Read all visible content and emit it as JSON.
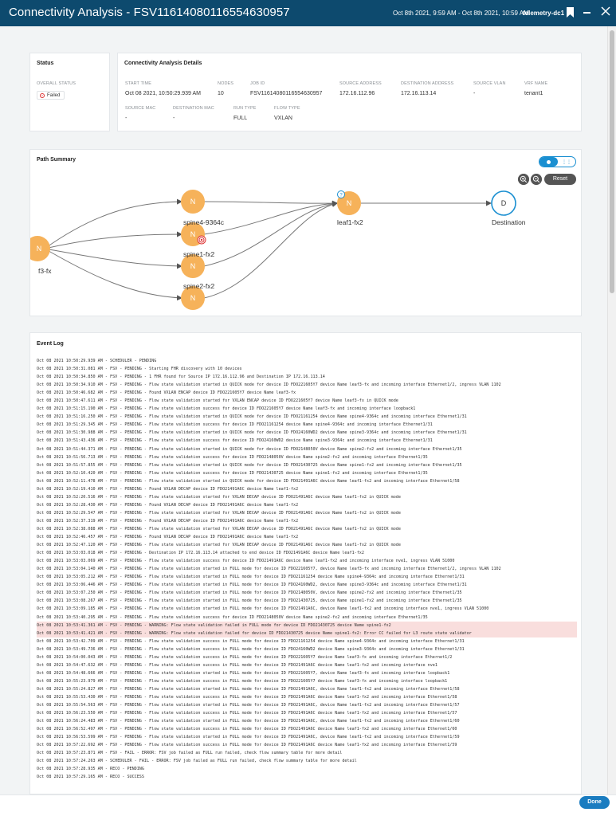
{
  "header": {
    "title": "Connectivity Analysis - FSV11614080116554630957",
    "date_range": "Oct 8th 2021, 9:59 AM - Oct 8th 2021, 10:59 AM",
    "fabric": "telemetry-dc1"
  },
  "status_card": {
    "title": "Status",
    "overall_label": "OVERALL STATUS",
    "overall_value": "Failed"
  },
  "details_card": {
    "title": "Connectivity Analysis Details",
    "row1": [
      {
        "label": "START TIME",
        "value": "Oct 08 2021, 10:50:29.939 AM"
      },
      {
        "label": "NODES",
        "value": "10"
      },
      {
        "label": "JOB ID",
        "value": "FSV11614080116554630957"
      },
      {
        "label": "SOURCE ADDRESS",
        "value": "172.16.112.96"
      },
      {
        "label": "DESTINATION ADDRESS",
        "value": "172.16.113.14"
      },
      {
        "label": "SOURCE VLAN",
        "value": "-"
      },
      {
        "label": "VRF NAME",
        "value": "tenant1"
      }
    ],
    "row2": [
      {
        "label": "SOURCE MAC",
        "value": "-"
      },
      {
        "label": "DESTINATION MAC",
        "value": "-"
      },
      {
        "label": "RUN TYPE",
        "value": "FULL"
      },
      {
        "label": "FLOW TYPE",
        "value": "VXLAN"
      }
    ]
  },
  "path_summary": {
    "title": "Path Summary",
    "reset_label": "Reset",
    "nodes": [
      {
        "glyph": "N",
        "label": "f3-fx"
      },
      {
        "glyph": "N",
        "label": "spine4-9364c"
      },
      {
        "glyph": "N",
        "label": "spine1-fx2"
      },
      {
        "glyph": "N",
        "label": "spine2-fx2"
      },
      {
        "glyph": "N",
        "label": ""
      },
      {
        "glyph": "N",
        "label": "leaf1-fx2"
      },
      {
        "glyph": "D",
        "label": "Destination"
      }
    ],
    "leaf_badge": "?"
  },
  "event_log": {
    "title": "Event Log",
    "lines": [
      {
        "text": "Oct 08 2021 10:50:29.939 AM - SCHEDULER - PENDING",
        "warn": false
      },
      {
        "text": "Oct 08 2021 10:50:31.081 AM - FSV - PENDING - Starting FHR discovery with 10 devices",
        "warn": false
      },
      {
        "text": "Oct 08 2021 10:50:34.850 AM - FSV - PENDING - 1 FHR found for Source IP 172.16.112.96 and Destination IP 172.16.113.14",
        "warn": false
      },
      {
        "text": "Oct 08 2021 10:50:34.910 AM - FSV - PENDING - Flow state validation started in QUICK mode for device ID FDO221605Y7 device Name leaf3-fx and incoming interface Ethernet1/2, ingress VLAN 1102",
        "warn": false
      },
      {
        "text": "Oct 08 2021 10:50:46.682 AM - FSV - PENDING - Found VXLAN ENCAP device ID FDO221605Y7 device Name leaf3-fx",
        "warn": false
      },
      {
        "text": "Oct 08 2021 10:50:47.611 AM - FSV - PENDING - Flow state validation started for VXLAN ENCAP device ID FDO221605Y7 device Name leaf3-fx in QUICK mode",
        "warn": false
      },
      {
        "text": "Oct 08 2021 10:51:15.190 AM - FSV - PENDING - Flow state validation success for device ID FDO221605Y7 device Name leaf3-fx and incoming interface loopback1",
        "warn": false
      },
      {
        "text": "Oct 08 2021 10:51:16.250 AM - FSV - PENDING - Flow state validation started in QUICK mode for device ID FDO21161254 device Name spine4-9364c and incoming interface Ethernet1/31",
        "warn": false
      },
      {
        "text": "Oct 08 2021 10:51:29.345 AM - FSV - PENDING - Flow state validation success for device ID FDO21161254 device Name spine4-9364c and incoming interface Ethernet1/31",
        "warn": false
      },
      {
        "text": "Oct 08 2021 10:51:30.988 AM - FSV - PENDING - Flow state validation started in QUICK mode for device ID FDO24160WD2 device Name spine3-9364c and incoming interface Ethernet1/31",
        "warn": false
      },
      {
        "text": "Oct 08 2021 10:51:43.436 AM - FSV - PENDING - Flow state validation success for device ID FDO24160WD2 device Name spine3-9364c and incoming interface Ethernet1/31",
        "warn": false
      },
      {
        "text": "Oct 08 2021 10:51:44.371 AM - FSV - PENDING - Flow state validation started in QUICK mode for device ID FDO2148050V device Name spine2-fx2 and incoming interface Ethernet1/35",
        "warn": false
      },
      {
        "text": "Oct 08 2021 10:51:56.713 AM - FSV - PENDING - Flow state validation success for device ID FDO2148050V device Name spine2-fx2 and incoming interface Ethernet1/35",
        "warn": false
      },
      {
        "text": "Oct 08 2021 10:51:57.855 AM - FSV - PENDING - Flow state validation started in QUICK mode for device ID FDO21430725 device Name spine1-fx2 and incoming interface Ethernet1/35",
        "warn": false
      },
      {
        "text": "Oct 08 2021 10:52:10.420 AM - FSV - PENDING - Flow state validation success for device ID FDO21430725 device Name spine1-fx2 and incoming interface Ethernet1/35",
        "warn": false
      },
      {
        "text": "Oct 08 2021 10:52:11.478 AM - FSV - PENDING - Flow state validation started in QUICK mode for device ID FDO21491A6C device Name leaf1-fx2 and incoming interface Ethernet1/58",
        "warn": false
      },
      {
        "text": "Oct 08 2021 10:52:19.410 AM - FSV - PENDING - Found VXLAN DECAP device ID FDO21491A6C device Name leaf1-fx2",
        "warn": false
      },
      {
        "text": "Oct 08 2021 10:52:20.516 AM - FSV - PENDING - Flow state validation started for VXLAN DECAP device ID FDO21491A6C device Name leaf1-fx2 in QUICK mode",
        "warn": false
      },
      {
        "text": "Oct 08 2021 10:52:28.430 AM - FSV - PENDING - Found VXLAN DECAP device ID FDO21491A6C device Name leaf1-fx2",
        "warn": false
      },
      {
        "text": "Oct 08 2021 10:52:29.547 AM - FSV - PENDING - Flow state validation started for VXLAN DECAP device ID FDO21491A6C device Name leaf1-fx2 in QUICK mode",
        "warn": false
      },
      {
        "text": "Oct 08 2021 10:52:37.319 AM - FSV - PENDING - Found VXLAN DECAP device ID FDO21491A6C device Name leaf1-fx2",
        "warn": false
      },
      {
        "text": "Oct 08 2021 10:52:38.088 AM - FSV - PENDING - Flow state validation started for VXLAN DECAP device ID FDO21491A6C device Name leaf1-fx2 in QUICK mode",
        "warn": false
      },
      {
        "text": "Oct 08 2021 10:52:46.457 AM - FSV - PENDING - Found VXLAN DECAP device ID FDO21491A6C device Name leaf1-fx2",
        "warn": false
      },
      {
        "text": "Oct 08 2021 10:52:47.120 AM - FSV - PENDING - Flow state validation started for VXLAN DECAP device ID FDO21491A6C device Name leaf1-fx2 in QUICK mode",
        "warn": false
      },
      {
        "text": "Oct 08 2021 10:53:03.018 AM - FSV - PENDING - Destination IP 172.16.113.14 attached to end device ID FDO21491A6C device Name leaf1-fx2",
        "warn": false
      },
      {
        "text": "Oct 08 2021 10:53:03.069 AM - FSV - PENDING - Flow state validation success for device ID FDO21491A6C device Name leaf1-fx2 and incoming interface nve1, ingress VLAN 51000",
        "warn": false
      },
      {
        "text": "Oct 08 2021 10:53:04.140 AM - FSV - PENDING - Flow state validation started in FULL mode for device ID FDO221605Y7, device Name leaf3-fx and incoming interface Ethernet1/2, ingress VLAN 1102",
        "warn": false
      },
      {
        "text": "Oct 08 2021 10:53:05.212 AM - FSV - PENDING - Flow state validation started in FULL mode for device ID FDO21161254 device Name spine4-9364c and incoming interface Ethernet1/31",
        "warn": false
      },
      {
        "text": "Oct 08 2021 10:53:06.446 AM - FSV - PENDING - Flow state validation started in FULL mode for device ID FDO24160WD2, device Name spine3-9364c and incoming interface Ethernet1/31",
        "warn": false
      },
      {
        "text": "Oct 08 2021 10:53:07.250 AM - FSV - PENDING - Flow state validation started in FULL mode for device ID FDO2148050V, device Name spine2-fx2 and incoming interface Ethernet1/35",
        "warn": false
      },
      {
        "text": "Oct 08 2021 10:53:08.267 AM - FSV - PENDING - Flow state validation started in FULL mode for device ID FDO21430725, device Name spine1-fx2 and incoming interface Ethernet1/35",
        "warn": false
      },
      {
        "text": "Oct 08 2021 10:53:09.185 AM - FSV - PENDING - Flow state validation started in FULL mode for device ID FDO21491A6C, device Name leaf1-fx2 and incoming interface nve1, ingress VLAN 51000",
        "warn": false
      },
      {
        "text": "Oct 08 2021 10:53:40.295 AM - FSV - PENDING - Flow state validation success for device ID FDO2148050V device Name spine2-fx2 and incoming interface Ethernet1/35",
        "warn": false
      },
      {
        "text": "Oct 08 2021 10:53:41.361 AM - FSV - PENDING - WARNING: Flow state validation failed in FULL mode for device ID FDO21430725 device Name spine1-fx2",
        "warn": true
      },
      {
        "text": "Oct 08 2021 10:53:41.421 AM - FSV - PENDING - WARNING: Flow state validation failed for device ID FDO21430725 device Name spine1-fx2: Error CC failed for L3 route state validator",
        "warn": true
      },
      {
        "text": "Oct 08 2021 10:53:42.709 AM - FSV - PENDING - Flow state validation success in FULL mode for device ID FDO21161254 device Name spine4-9364c and incoming interface Ethernet1/31",
        "warn": false
      },
      {
        "text": "Oct 08 2021 10:53:49.736 AM - FSV - PENDING - Flow state validation success in FULL mode for device ID FDO24160WD2 device Name spine3-9364c and incoming interface Ethernet1/31",
        "warn": false
      },
      {
        "text": "Oct 08 2021 10:54:00.043 AM - FSV - PENDING - Flow state validation success in FULL mode for device ID FDO221605Y7 device Name leaf3-fx and incoming interface Ethernet1/2",
        "warn": false
      },
      {
        "text": "Oct 08 2021 10:54:47.632 AM - FSV - PENDING - Flow state validation success in FULL mode for device ID FDO21491A6C device Name leaf1-fx2 and incoming interface nve1",
        "warn": false
      },
      {
        "text": "Oct 08 2021 10:54:48.666 AM - FSV - PENDING - Flow state validation started in FULL mode for device ID FDO221605Y7, device Name leaf3-fx and incoming interface loopback1",
        "warn": false
      },
      {
        "text": "Oct 08 2021 10:55:23.979 AM - FSV - PENDING - Flow state validation success in FULL mode for device ID FDO221605Y7 device Name leaf3-fx and incoming interface loopback1",
        "warn": false
      },
      {
        "text": "Oct 08 2021 10:55:24.827 AM - FSV - PENDING - Flow state validation started in FULL mode for device ID FDO21491A6C, device Name leaf1-fx2 and incoming interface Ethernet1/58",
        "warn": false
      },
      {
        "text": "Oct 08 2021 10:55:53.430 AM - FSV - PENDING - Flow state validation success in FULL mode for device ID FDO21491A6C device Name leaf1-fx2 and incoming interface Ethernet1/58",
        "warn": false
      },
      {
        "text": "Oct 08 2021 10:55:54.563 AM - FSV - PENDING - Flow state validation started in FULL mode for device ID FDO21491A6C, device Name leaf1-fx2 and incoming interface Ethernet1/57",
        "warn": false
      },
      {
        "text": "Oct 08 2021 10:56:23.550 AM - FSV - PENDING - Flow state validation success in FULL mode for device ID FDO21491A6C device Name leaf1-fx2 and incoming interface Ethernet1/57",
        "warn": false
      },
      {
        "text": "Oct 08 2021 10:56:24.483 AM - FSV - PENDING - Flow state validation started in FULL mode for device ID FDO21491A6C, device Name leaf1-fx2 and incoming interface Ethernet1/60",
        "warn": false
      },
      {
        "text": "Oct 08 2021 10:56:52.497 AM - FSV - PENDING - Flow state validation success in FULL mode for device ID FDO21491A6C device Name leaf1-fx2 and incoming interface Ethernet1/60",
        "warn": false
      },
      {
        "text": "Oct 08 2021 10:56:53.599 AM - FSV - PENDING - Flow state validation started in FULL mode for device ID FDO21491A6C, device Name leaf1-fx2 and incoming interface Ethernet1/59",
        "warn": false
      },
      {
        "text": "Oct 08 2021 10:57:22.692 AM - FSV - PENDING - Flow state validation success in FULL mode for device ID FDO21491A6C device Name leaf1-fx2 and incoming interface Ethernet1/59",
        "warn": false
      },
      {
        "text": "Oct 08 2021 10:57:23.871 AM - FSV - FAIL - ERROR: FSV job failed as FULL run failed, check flow summary table for more detail",
        "warn": false
      },
      {
        "text": "Oct 08 2021 10:57:24.263 AM - SCHEDULER - FAIL - ERROR: FSV job failed as FULL run failed, check flow summary table for more detail",
        "warn": false
      },
      {
        "text": "Oct 08 2021 10:57:28.935 AM - RECO - PENDING",
        "warn": false
      },
      {
        "text": "Oct 08 2021 10:57:29.165 AM - RECO - SUCCESS",
        "warn": false
      }
    ]
  },
  "footer": {
    "done_label": "Done"
  },
  "colors": {
    "header": "#0d4a6e",
    "node": "#f6b25a",
    "accent": "#1a8fd1",
    "warn_row": "#f9dedd",
    "fail": "#dd3333"
  },
  "icons": [
    "bookmark-icon",
    "minimize-icon",
    "close-icon",
    "zoom-in-icon",
    "zoom-out-icon",
    "target-icon",
    "failed-icon"
  ]
}
